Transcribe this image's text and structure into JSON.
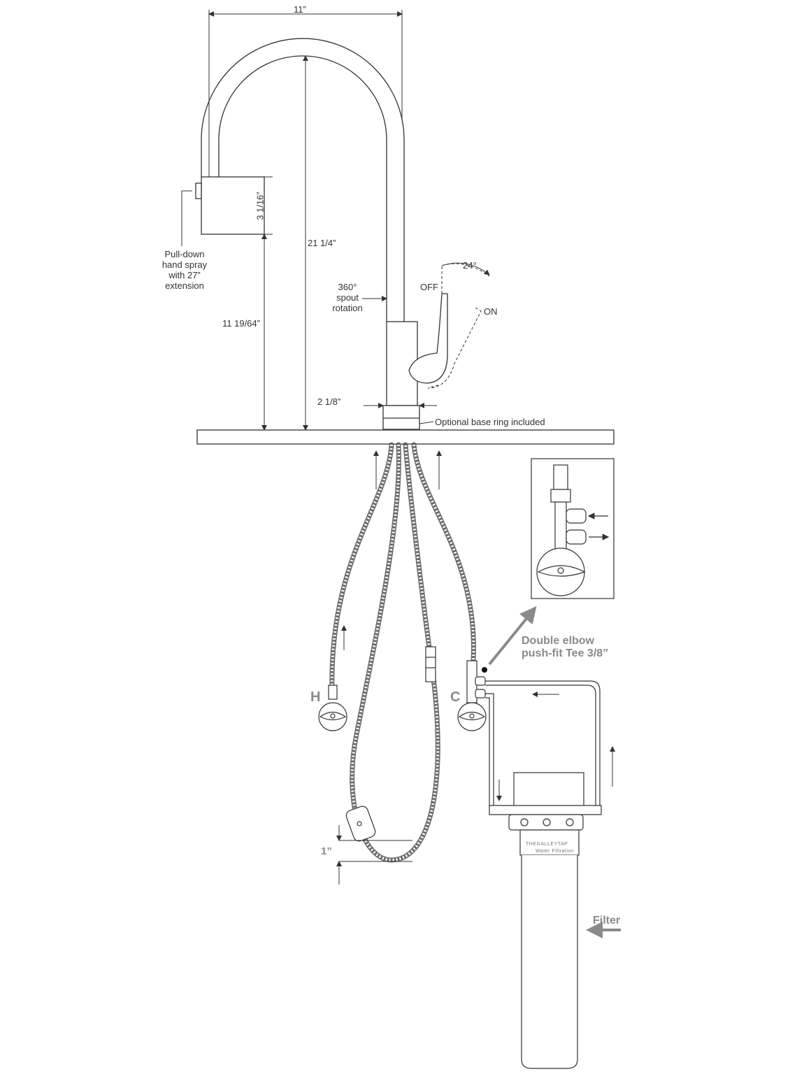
{
  "dimensions": {
    "width_top": "11”",
    "spray_height": "3 1/16”",
    "total_height": "21 1/4”",
    "spout_height": "11 19/64”",
    "base_width": "2 1/8”",
    "weight_gap": "1”",
    "lever_angle": "24°"
  },
  "labels": {
    "pull_down_line1": "Pull-down",
    "pull_down_line2": "hand spray",
    "pull_down_line3": "with 27”",
    "pull_down_line4": "extension",
    "rotation_line1": "360°",
    "rotation_line2": "spout",
    "rotation_line3": "rotation",
    "off": "OFF",
    "on": "ON",
    "base_ring": "Optional base ring included",
    "tee_line1": "Double elbow",
    "tee_line2": "push-fit Tee 3/8”",
    "hot": "H",
    "cold": "C",
    "filter": "Filter"
  },
  "filter_brand": {
    "line1": "THEGALLEYTAP",
    "line2": "Water Filtration"
  },
  "colors": {
    "line": "#333333",
    "accent_gray": "#8a8a8a"
  }
}
